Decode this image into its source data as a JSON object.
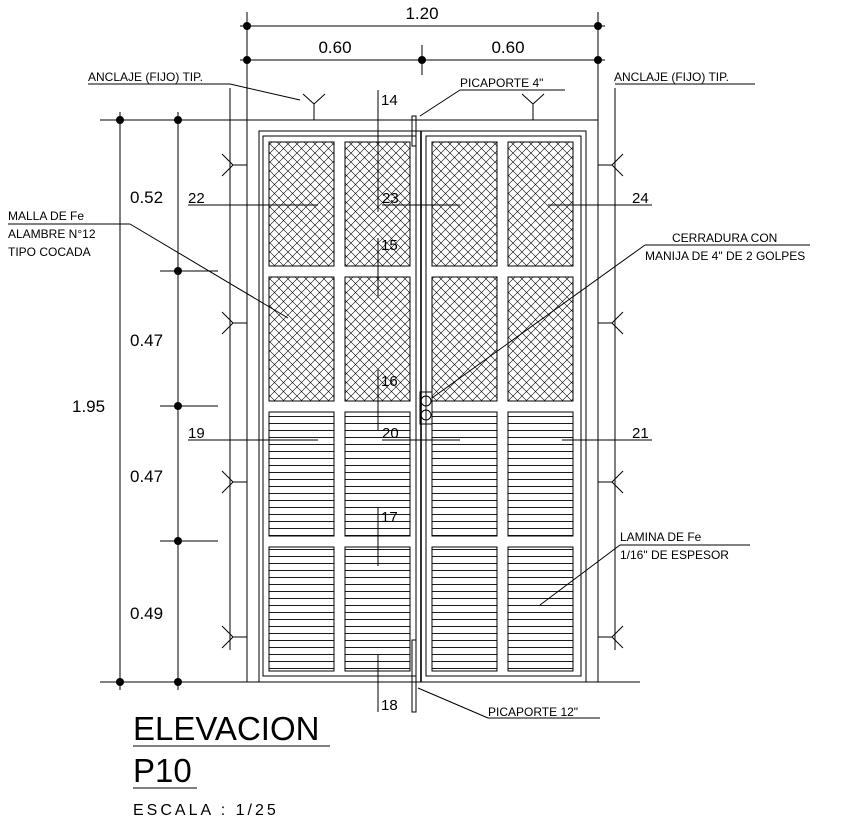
{
  "dimensions": {
    "overall_width": "1.20",
    "leaf_left_width": "0.60",
    "leaf_right_width": "0.60",
    "overall_height": "1.95",
    "row_heights": [
      "0.52",
      "0.47",
      "0.47",
      "0.49"
    ]
  },
  "labels": {
    "anchor_left": "ANCLAJE (FIJO) TIP.",
    "anchor_right": "ANCLAJE (FIJO) TIP.",
    "latch_top": "PICAPORTE 4\"",
    "latch_bottom": "PICAPORTE 12\"",
    "mesh_line1": "MALLA DE Fe",
    "mesh_line2": "ALAMBRE N°12",
    "mesh_line3": "TIPO COCADA",
    "lock_line1": "CERRADURA  CON",
    "lock_line2": "MANIJA DE 4\" DE 2 GOLPES",
    "sheet_line1": "LAMINA DE Fe",
    "sheet_line2": "1/16\" DE ESPESOR"
  },
  "piece_numbers": [
    "14",
    "15",
    "16",
    "17",
    "18",
    "19",
    "20",
    "21",
    "22",
    "23",
    "24"
  ],
  "title": {
    "main": "ELEVACION",
    "code": "P10",
    "scale": "ESCALA  :  1/25"
  }
}
